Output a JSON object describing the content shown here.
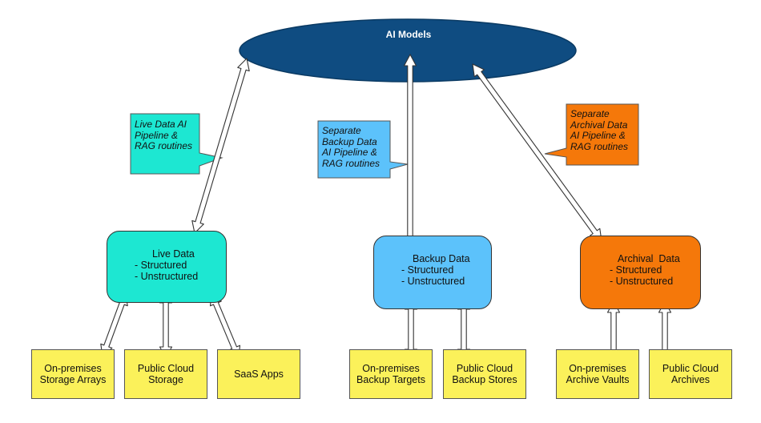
{
  "ai_models": {
    "label": "AI Models"
  },
  "callouts": {
    "live": "Live Data AI\nPipeline &\nRAG routines",
    "backup": "Separate\nBackup Data\nAI Pipeline &\nRAG routines",
    "archival": "Separate\nArchival Data\nAI Pipeline &\nRAG routines"
  },
  "nodes": {
    "live": {
      "title": "Live Data",
      "items": [
        "- Structured",
        "- Unstructured"
      ]
    },
    "backup": {
      "title": "Backup Data",
      "items": [
        "- Structured",
        "- Unstructured"
      ]
    },
    "archival": {
      "title": "Archival  Data",
      "items": [
        "- Structured",
        "- Unstructured"
      ]
    }
  },
  "sources": {
    "onprem_storage": "On-premises\nStorage Arrays",
    "public_cloud_storage": "Public Cloud\nStorage",
    "saas_apps": "SaaS Apps",
    "onprem_backup": "On-premises\nBackup Targets",
    "public_cloud_backup": "Public Cloud\nBackup Stores",
    "onprem_archive": "On-premises\nArchive Vaults",
    "public_cloud_archives": "Public Cloud\nArchives"
  },
  "colors": {
    "ai_models": "#0f4c81",
    "live": "#1de7d2",
    "backup": "#5cc2fb",
    "archival": "#f5780a",
    "source": "#fbf15a"
  }
}
